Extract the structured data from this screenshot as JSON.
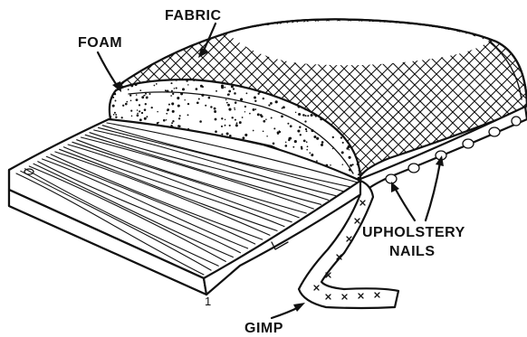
{
  "labels": {
    "fabric": "FABRIC",
    "foam": "FOAM",
    "upholstery_nails_line1": "UPHOLSTERY",
    "upholstery_nails_line2": "NAILS",
    "gimp": "GIMP",
    "figure_mark": "1"
  },
  "colors": {
    "ink": "#111111",
    "paper": "#ffffff"
  }
}
